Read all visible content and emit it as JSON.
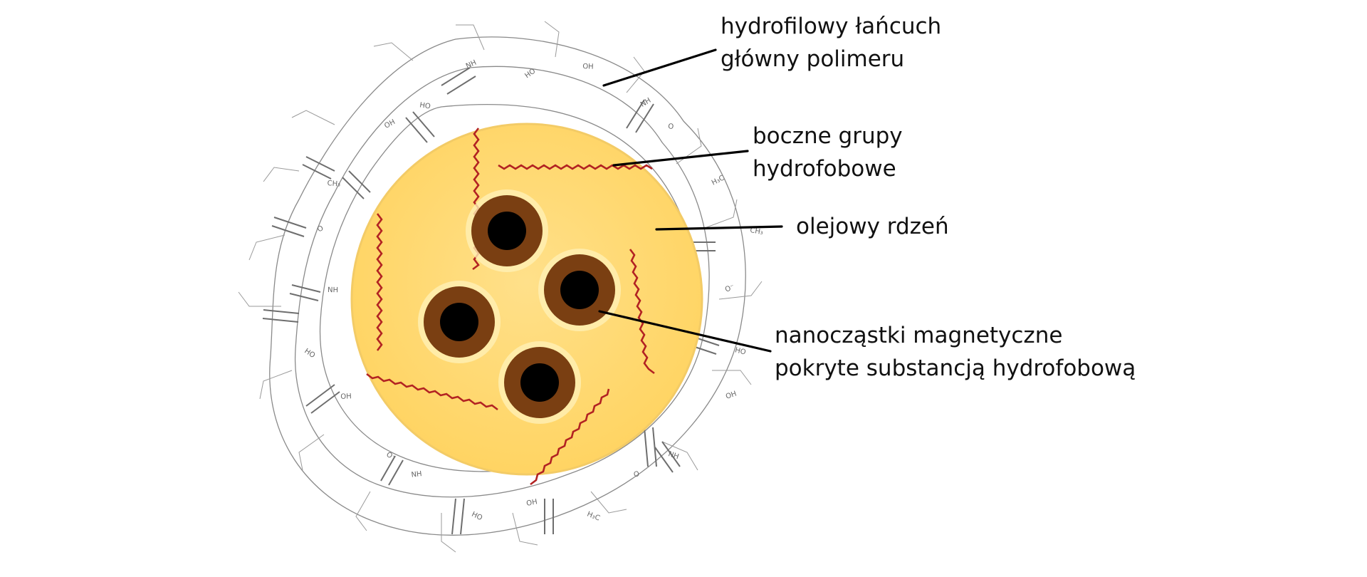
{
  "labels": {
    "main_chain": [
      "hydrofilowy łańcuch",
      "główny polimeru"
    ],
    "side_groups": [
      "boczne grupy",
      "hydrofobowe"
    ],
    "oil_core": [
      "olejowy rdzeń"
    ],
    "nanoparticles": [
      "nanocząstki magnetyczne",
      "pokryte substancją hydrofobową"
    ]
  },
  "colors": {
    "core_fill": "#FFD86E",
    "core_stroke": "#F3CB66",
    "chain_lines": "#8A8A8A",
    "hydrophobic_chains": "#B22222",
    "nanoparticle_shell": "#7A3F12",
    "nanoparticle_core": "#000000",
    "leader_lines": "#000000"
  },
  "chem_glyphs": [
    "HO",
    "OH",
    "NH",
    "O",
    "H₃C",
    "CH₃",
    "O⁻",
    "HO",
    "OH",
    "NH",
    "O",
    "H₃C",
    "OH",
    "HO",
    "NH",
    "O⁻",
    "OH",
    "HO",
    "NH",
    "O",
    "CH₃",
    "OH",
    "HO",
    "NH"
  ]
}
